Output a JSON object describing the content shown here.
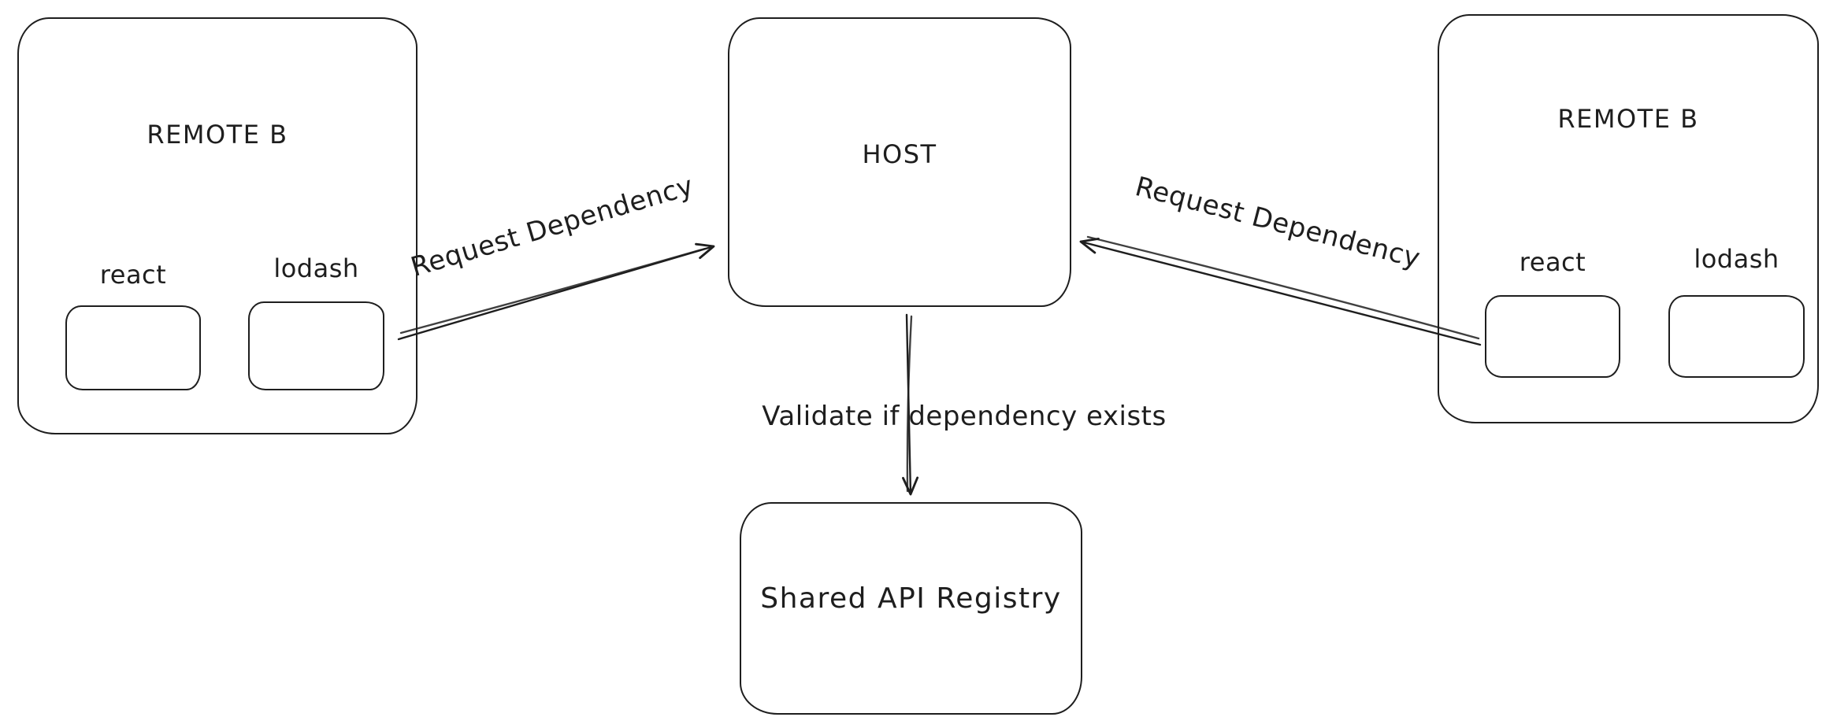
{
  "diagram": {
    "nodes": {
      "remote_left": {
        "title": "REMOTE B",
        "modules": [
          "react",
          "lodash"
        ]
      },
      "host": {
        "title": "HOST"
      },
      "remote_right": {
        "title": "REMOTE B",
        "modules": [
          "react",
          "lodash"
        ]
      },
      "registry": {
        "title": "Shared API Registry"
      }
    },
    "edges": {
      "left_to_host": {
        "label": "Request Dependency"
      },
      "right_to_host": {
        "label": "Request Dependency"
      },
      "host_to_registry": {
        "label": "Validate if dependency exists"
      }
    },
    "colors": {
      "stroke": "#1e1e1e",
      "background": "#ffffff"
    }
  }
}
